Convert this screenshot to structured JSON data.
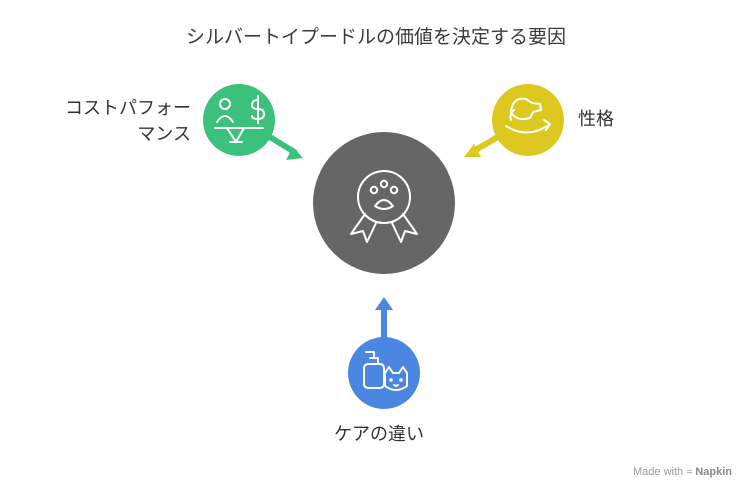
{
  "title": "シルバートイプードルの価値を決定する要因",
  "factors": {
    "cost": {
      "label_line1": "コストパフォー",
      "label_line2": "マンス",
      "icon": "scale-money-icon",
      "color": "#3cc17d"
    },
    "personality": {
      "label": "性格",
      "icon": "dog-icon",
      "color": "#dcc81e"
    },
    "care": {
      "label": "ケアの違い",
      "icon": "shampoo-cat-icon",
      "color": "#4c86e3"
    }
  },
  "center": {
    "icon": "paw-award-icon",
    "color": "#666666"
  },
  "watermark": {
    "prefix": "Made with",
    "brand": "Napkin"
  }
}
